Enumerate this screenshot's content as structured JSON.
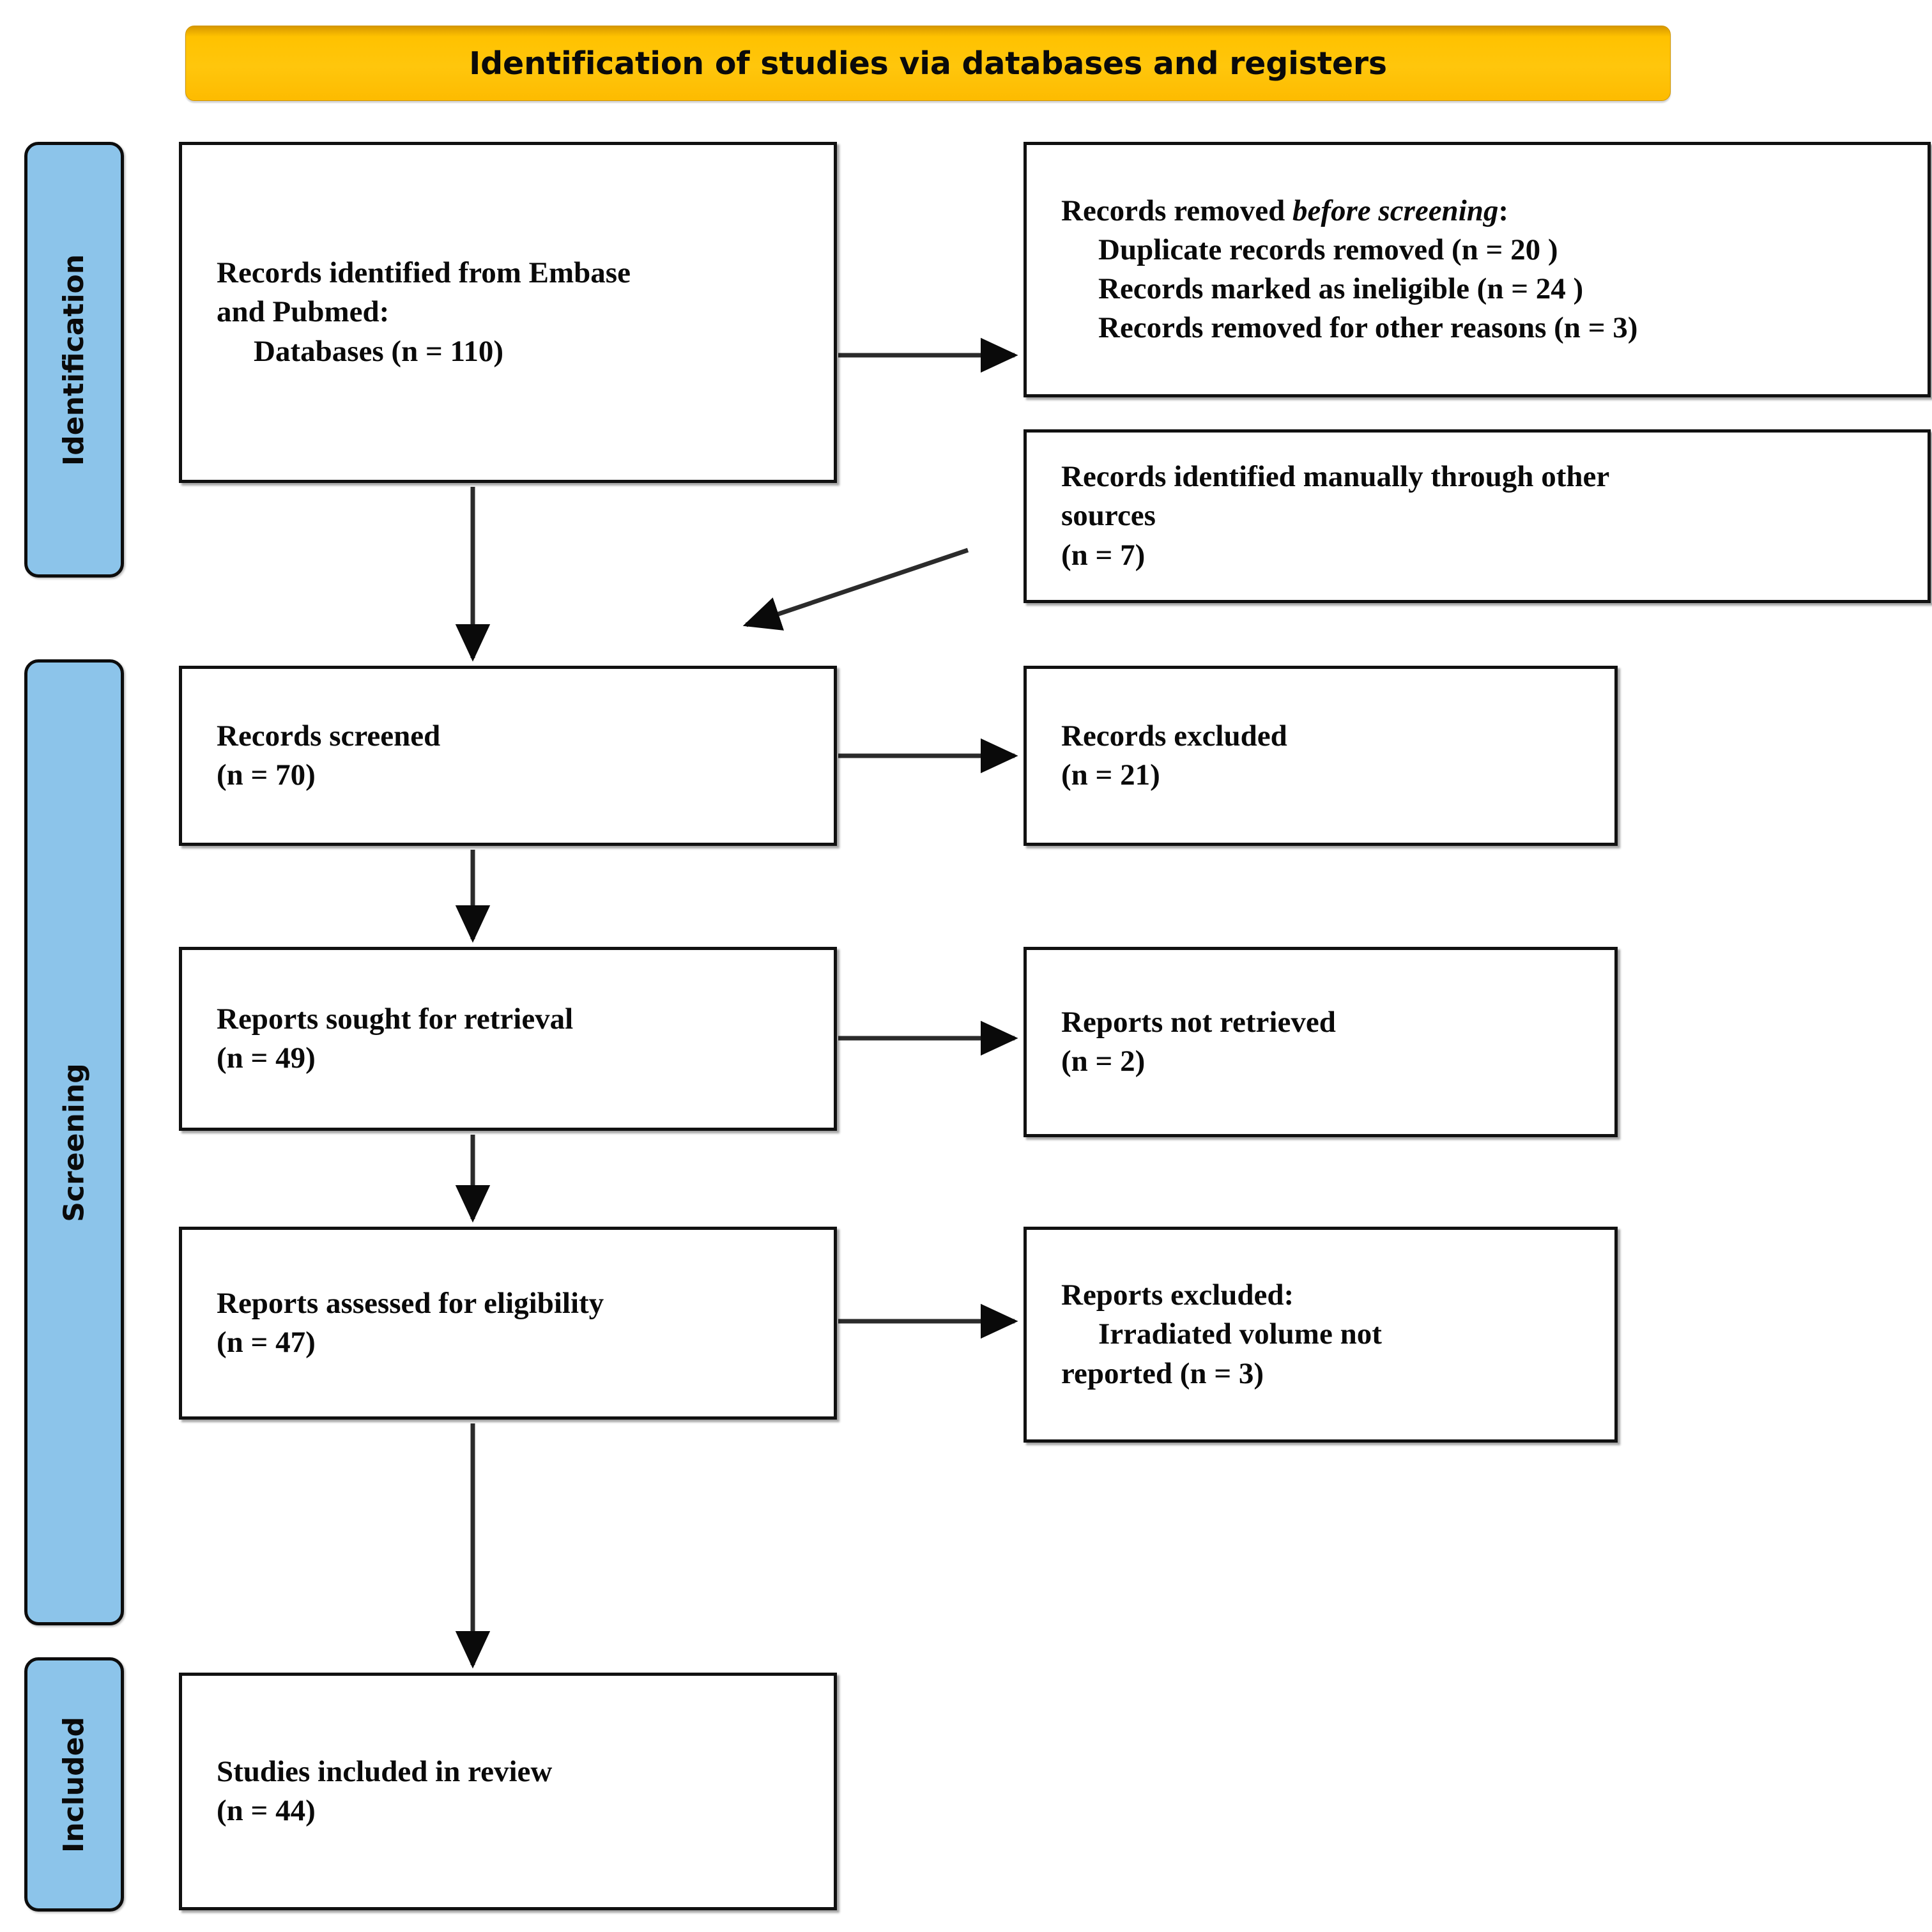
{
  "header": {
    "title": "Identification of studies via databases and registers",
    "color": "#FFC000"
  },
  "stages": {
    "color": "#8CC4EA",
    "items": [
      {
        "id": "identification",
        "label": "Identification"
      },
      {
        "id": "screening",
        "label": "Screening"
      },
      {
        "id": "included",
        "label": "Included"
      }
    ]
  },
  "boxes": {
    "identified": {
      "line1": "Records identified from Embase",
      "line2": "and Pubmed:",
      "line3": "Databases (n = 110)"
    },
    "removed": {
      "line1_prefix": "Records removed ",
      "line1_italic": "before screening",
      "line1_suffix": ":",
      "line2": "Duplicate records removed  (n = 20 )",
      "line3": "Records marked as ineligible (n = 24 )",
      "line4": "Records removed for other reasons (n = 3)"
    },
    "manual": {
      "line1": "Records identified manually through other",
      "line2": "sources",
      "line3": "(n = 7)"
    },
    "screened": {
      "line1": "Records screened",
      "line2": "(n = 70)"
    },
    "excluded": {
      "line1": "Records excluded",
      "line2": "(n = 21)"
    },
    "sought": {
      "line1": "Reports sought for retrieval",
      "line2": "(n = 49)"
    },
    "not_retrieved": {
      "line1": "Reports not retrieved",
      "line2": "(n = 2)"
    },
    "assessed": {
      "line1": "Reports assessed for eligibility",
      "line2": "(n = 47)"
    },
    "reports_excluded": {
      "line1": "Reports excluded:",
      "line2": "Irradiated volume not",
      "line3": "reported (n = 3)"
    },
    "included": {
      "line1": "Studies included in review",
      "line2": "(n = 44)"
    }
  },
  "chart_data": {
    "type": "flowchart",
    "title": "Identification of studies via databases and registers",
    "stages": [
      "Identification",
      "Screening",
      "Included"
    ],
    "nodes": [
      {
        "id": "identified",
        "stage": "Identification",
        "label": "Records identified from Embase and Pubmed: Databases",
        "n": 110
      },
      {
        "id": "removed",
        "stage": "Identification",
        "label": "Records removed before screening",
        "children": [
          {
            "label": "Duplicate records removed",
            "n": 20
          },
          {
            "label": "Records marked as ineligible",
            "n": 24
          },
          {
            "label": "Records removed for other reasons",
            "n": 3
          }
        ]
      },
      {
        "id": "manual",
        "stage": "Identification",
        "label": "Records identified manually through other sources",
        "n": 7
      },
      {
        "id": "screened",
        "stage": "Screening",
        "label": "Records screened",
        "n": 70
      },
      {
        "id": "excluded",
        "stage": "Screening",
        "label": "Records excluded",
        "n": 21
      },
      {
        "id": "sought",
        "stage": "Screening",
        "label": "Reports sought for retrieval",
        "n": 49
      },
      {
        "id": "not_retrieved",
        "stage": "Screening",
        "label": "Reports not retrieved",
        "n": 2
      },
      {
        "id": "assessed",
        "stage": "Screening",
        "label": "Reports assessed for eligibility",
        "n": 47
      },
      {
        "id": "reports_excluded",
        "stage": "Screening",
        "label": "Reports excluded: Irradiated volume not reported",
        "n": 3
      },
      {
        "id": "included",
        "stage": "Included",
        "label": "Studies included in review",
        "n": 44
      }
    ],
    "edges": [
      {
        "from": "identified",
        "to": "removed",
        "direction": "right"
      },
      {
        "from": "identified",
        "to": "screened",
        "direction": "down"
      },
      {
        "from": "manual",
        "to": "screened",
        "direction": "diagonal-down-left"
      },
      {
        "from": "screened",
        "to": "excluded",
        "direction": "right"
      },
      {
        "from": "screened",
        "to": "sought",
        "direction": "down"
      },
      {
        "from": "sought",
        "to": "not_retrieved",
        "direction": "right"
      },
      {
        "from": "sought",
        "to": "assessed",
        "direction": "down"
      },
      {
        "from": "assessed",
        "to": "reports_excluded",
        "direction": "right"
      },
      {
        "from": "assessed",
        "to": "included",
        "direction": "down"
      }
    ]
  }
}
